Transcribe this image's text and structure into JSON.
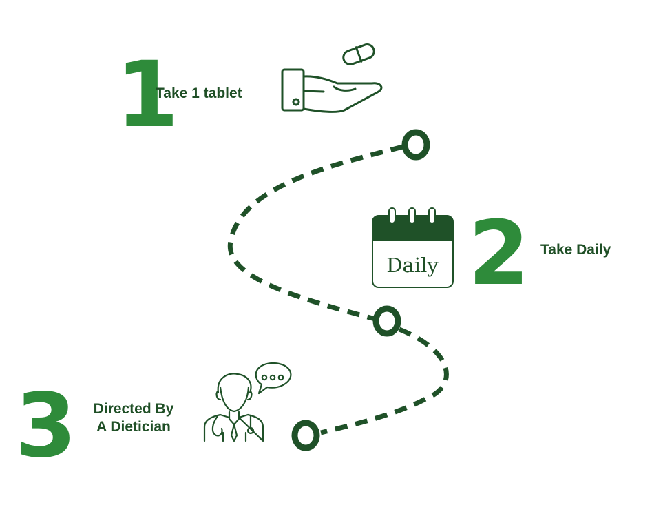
{
  "steps": [
    {
      "number": "1",
      "label": "Take 1 tablet",
      "icon": "hand-with-pill-icon"
    },
    {
      "number": "2",
      "label": "Take Daily",
      "icon": "calendar-icon",
      "icon_text": "Daily"
    },
    {
      "number": "3",
      "label": "Directed By A Dietician",
      "icon": "doctor-chat-icon"
    }
  ],
  "colors": {
    "accent": "#2e8b3a",
    "dark": "#1f4f26",
    "icon_stroke": "#1f5128"
  }
}
